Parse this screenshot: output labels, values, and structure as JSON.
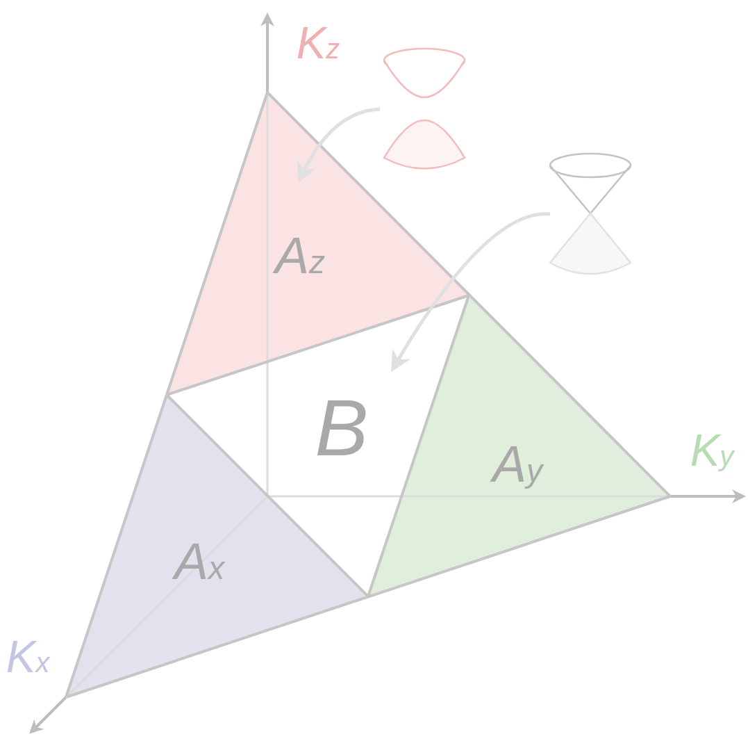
{
  "diagram": {
    "nodes": [
      {
        "text": [
          "Az"
        ]
      },
      {
        "text": [
          "B"
        ]
      },
      {
        "text": [
          "Ax"
        ]
      },
      {
        "text": [
          "Ay"
        ]
      }
    ],
    "labels": [
      "Kz",
      "Ky",
      "Kx"
    ]
  }
}
